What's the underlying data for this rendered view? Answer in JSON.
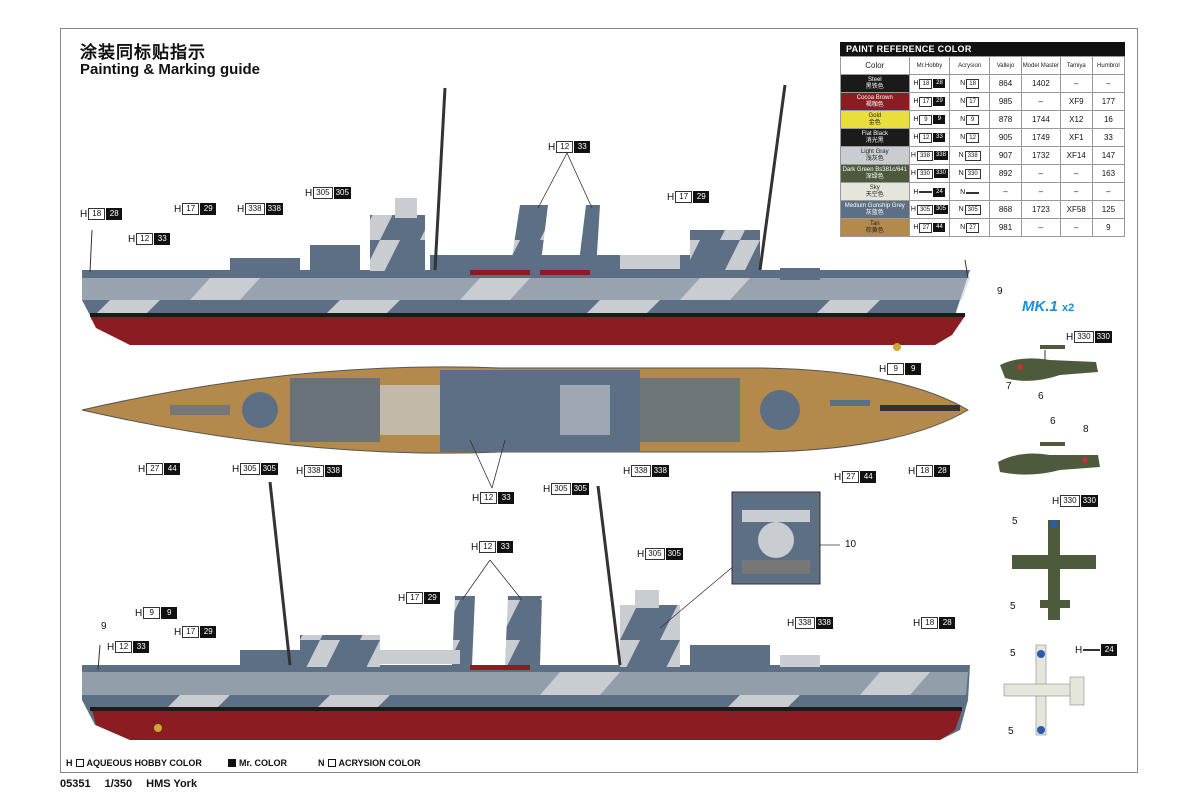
{
  "title": {
    "cn": "涂装同标贴指示",
    "en": "Painting & Marking guide"
  },
  "paint_table": {
    "header": "PAINT  REFERENCE COLOR",
    "columns": [
      "Color",
      "Mr.Hobby",
      "Acrysion",
      "Vallejo",
      "Model Master",
      "Tamiya",
      "Humbrol"
    ],
    "rows": [
      {
        "en": "Steel",
        "cn": "黑铁色",
        "swatch": "#1a1a1a",
        "text": "#ffffff",
        "hobby": "18",
        "mr": "28",
        "acry": "18",
        "vallejo": "864",
        "mm": "1402",
        "tamiya": "–",
        "humbrol": "–"
      },
      {
        "en": "Cocoa Brown",
        "cn": "褐咖色",
        "swatch": "#8b1c22",
        "text": "#ffffff",
        "hobby": "17",
        "mr": "29",
        "acry": "17",
        "vallejo": "985",
        "mm": "–",
        "tamiya": "XF9",
        "humbrol": "177"
      },
      {
        "en": "Gold",
        "cn": "金色",
        "swatch": "#e9de3c",
        "text": "#222222",
        "hobby": "9",
        "mr": "9",
        "acry": "9",
        "vallejo": "878",
        "mm": "1744",
        "tamiya": "X12",
        "humbrol": "16"
      },
      {
        "en": "Flat Black",
        "cn": "消光黑",
        "swatch": "#1b1b1b",
        "text": "#ffffff",
        "hobby": "12",
        "mr": "33",
        "acry": "12",
        "vallejo": "905",
        "mm": "1749",
        "tamiya": "XF1",
        "humbrol": "33"
      },
      {
        "en": "Light Gray",
        "cn": "浅灰色",
        "swatch": "#c9cdd2",
        "text": "#222222",
        "hobby": "338",
        "mr": "338",
        "acry": "338",
        "vallejo": "907",
        "mm": "1732",
        "tamiya": "XF14",
        "humbrol": "147"
      },
      {
        "en": "Dark Green Bs381c/641",
        "cn": "深绿色",
        "swatch": "#4d5a3c",
        "text": "#ffffff",
        "hobby": "330",
        "mr": "330",
        "acry": "330",
        "vallejo": "892",
        "mm": "–",
        "tamiya": "–",
        "humbrol": "163"
      },
      {
        "en": "Sky",
        "cn": "天空色",
        "swatch": "#e4e6dc",
        "text": "#222222",
        "hobby": "",
        "mr": "24",
        "acry": "",
        "vallejo": "–",
        "mm": "–",
        "tamiya": "–",
        "humbrol": "–"
      },
      {
        "en": "Medium Gunship Grey",
        "cn": "灰蓝色",
        "swatch": "#5d6f85",
        "text": "#ffffff",
        "hobby": "305",
        "mr": "305",
        "acry": "305",
        "vallejo": "868",
        "mm": "1723",
        "tamiya": "XF58",
        "humbrol": "125"
      },
      {
        "en": "Tan",
        "cn": "棕黄色",
        "swatch": "#b48a4c",
        "text": "#222222",
        "hobby": "27",
        "mr": "44",
        "acry": "27",
        "vallejo": "981",
        "mm": "–",
        "tamiya": "–",
        "humbrol": "9"
      }
    ]
  },
  "callouts": [
    {
      "id": "c1",
      "aq": "18",
      "mr": "28"
    },
    {
      "id": "c2",
      "aq": "17",
      "mr": "29"
    },
    {
      "id": "c3",
      "aq": "338",
      "mr": "338"
    },
    {
      "id": "c4",
      "aq": "305",
      "mr": "305"
    },
    {
      "id": "c5",
      "aq": "12",
      "mr": "33"
    },
    {
      "id": "c6",
      "aq": "12",
      "mr": "33"
    },
    {
      "id": "c7",
      "aq": "17",
      "mr": "29"
    },
    {
      "id": "c8",
      "aq": "9",
      "mr": "9"
    },
    {
      "id": "c9",
      "aq": "27",
      "mr": "44"
    },
    {
      "id": "c10",
      "aq": "305",
      "mr": "305"
    },
    {
      "id": "c11",
      "aq": "338",
      "mr": "338"
    },
    {
      "id": "c12",
      "aq": "12",
      "mr": "33"
    },
    {
      "id": "c13",
      "aq": "305",
      "mr": "305"
    },
    {
      "id": "c14",
      "aq": "338",
      "mr": "338"
    },
    {
      "id": "c15",
      "aq": "27",
      "mr": "44"
    },
    {
      "id": "c16",
      "aq": "18",
      "mr": "28"
    },
    {
      "id": "c17",
      "aq": "330",
      "mr": "330"
    },
    {
      "id": "c18",
      "aq": "330",
      "mr": "330"
    },
    {
      "id": "c19",
      "aq": "12",
      "mr": "33"
    },
    {
      "id": "c20",
      "aq": "305",
      "mr": "305"
    },
    {
      "id": "c21",
      "aq": "17",
      "mr": "29"
    },
    {
      "id": "c22",
      "aq": "9",
      "mr": "9"
    },
    {
      "id": "c23",
      "aq": "12",
      "mr": "33"
    },
    {
      "id": "c24",
      "aq": "17",
      "mr": "29"
    },
    {
      "id": "c25",
      "aq": "338",
      "mr": "338"
    },
    {
      "id": "c26",
      "aq": "18",
      "mr": "28"
    },
    {
      "id": "c27",
      "aq": "",
      "mr": "24"
    }
  ],
  "markers": {
    "n9a": "9",
    "n9b": "9",
    "n10": "10",
    "n7": "7",
    "n6a": "6",
    "n6b": "6",
    "n8": "8",
    "n5a": "5",
    "n5b": "5",
    "n5c": "5",
    "n5d": "5"
  },
  "callout_prefix": "H",
  "mk": {
    "label": "MK.1",
    "qty": "x2"
  },
  "legend": {
    "aqueous": "AQUEOUS HOBBY COLOR",
    "mr": "Mr. COLOR",
    "acrysion": "ACRYSION COLOR",
    "aq_prefix": "H",
    "acry_prefix": "N"
  },
  "footer": {
    "code": "05351",
    "scale": "1/350",
    "name": "HMS York"
  },
  "colors": {
    "hull_red": "#8b1c22",
    "boot_black": "#1b1b1b",
    "dark_grey": "#5d6f85",
    "light_grey": "#c9cdd2",
    "deck_tan": "#b48a4c",
    "plane_green": "#4d5a3c",
    "sky": "#e4e6dc",
    "accent_blue": "#1a8ed8"
  }
}
